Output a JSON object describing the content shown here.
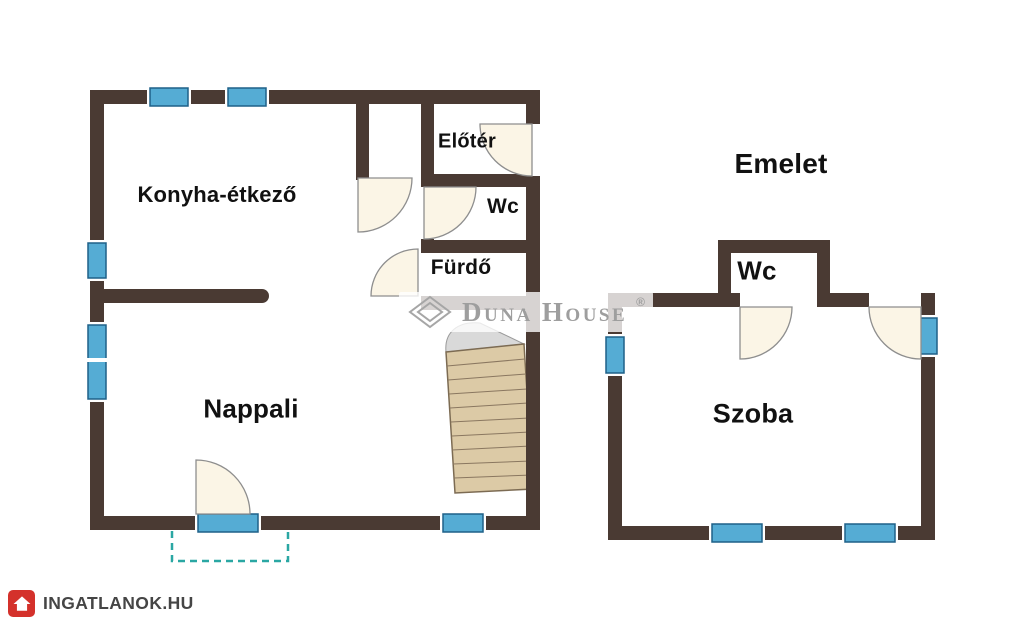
{
  "colors": {
    "wall": "#4a3a33",
    "window_fill": "#55acd4",
    "window_border": "#1f6088",
    "door_fill": "#fbf5e6",
    "door_border": "#8e8e8e",
    "stairs_fill": "#dccaa6",
    "stairs_border": "#7c6b53",
    "terrace_dash": "#2aa7a3",
    "label_text": "#111111",
    "watermark_gray": "#9e9e9e",
    "logo_red": "#d4312b",
    "logo_text_dark": "#454545"
  },
  "floorplan": {
    "ground_floor": {
      "labels": {
        "kitchen_dining": "Konyha-étkező",
        "foyer": "Előtér",
        "wc": "Wc",
        "bathroom": "Fürdő",
        "living_room": "Nappali"
      }
    },
    "upper_floor": {
      "title": "Emelet",
      "labels": {
        "wc": "Wc",
        "room": "Szoba"
      }
    }
  },
  "watermark": {
    "brand": "Duna House",
    "registered_mark": "®",
    "icon": "diamond-icon"
  },
  "footer_logo": {
    "text": "INGATLANOK.HU",
    "icon": "house-icon"
  }
}
